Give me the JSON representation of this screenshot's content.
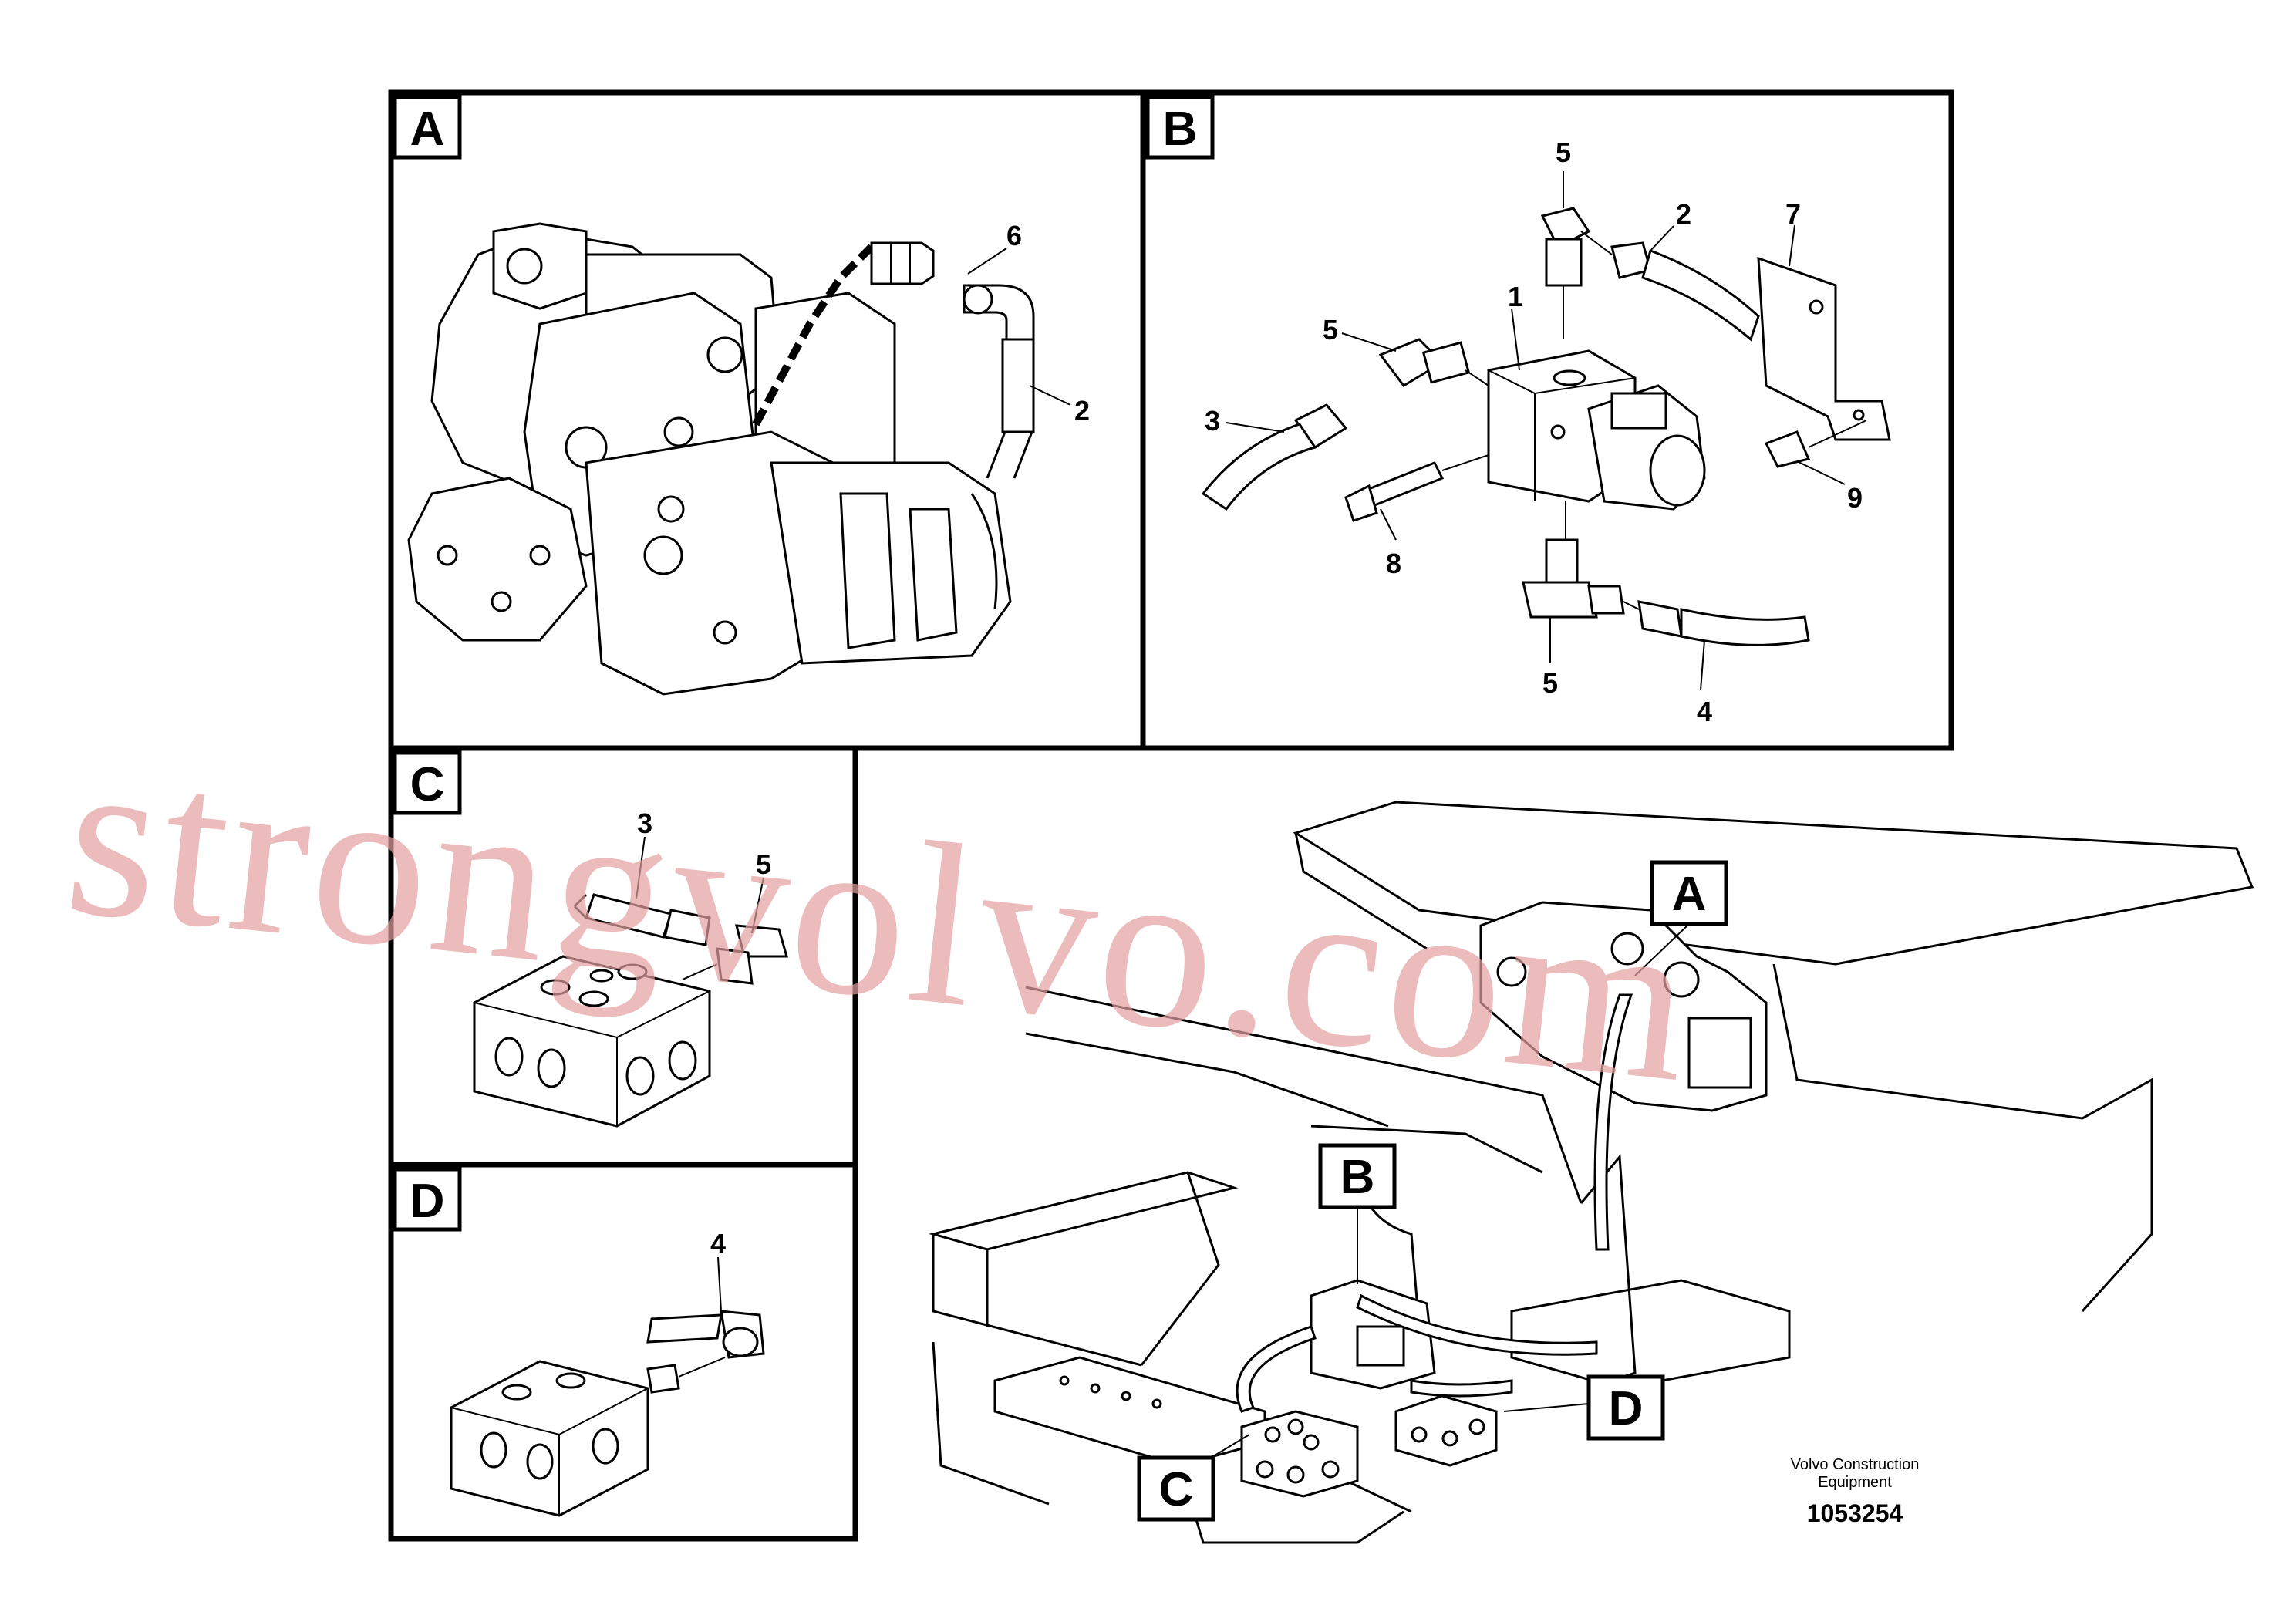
{
  "panels": {
    "A": {
      "label": "A",
      "callouts": {
        "c6": "6",
        "c2": "2"
      }
    },
    "B": {
      "label": "B",
      "callouts": {
        "c5a": "5",
        "c2": "2",
        "c7": "7",
        "c1": "1",
        "c5b": "5",
        "c3": "3",
        "c9": "9",
        "c8": "8",
        "c5c": "5",
        "c4": "4"
      }
    },
    "C": {
      "label": "C",
      "callouts": {
        "c3": "3",
        "c5": "5"
      }
    },
    "D": {
      "label": "D",
      "callouts": {
        "c4": "4"
      }
    }
  },
  "overview": {
    "tags": {
      "A": "A",
      "B": "B",
      "C": "C",
      "D": "D"
    }
  },
  "watermark": "strongvolvo.com",
  "footer": {
    "brand_line1": "Volvo Construction",
    "brand_line2": "Equipment",
    "drawing_number": "1053254"
  }
}
